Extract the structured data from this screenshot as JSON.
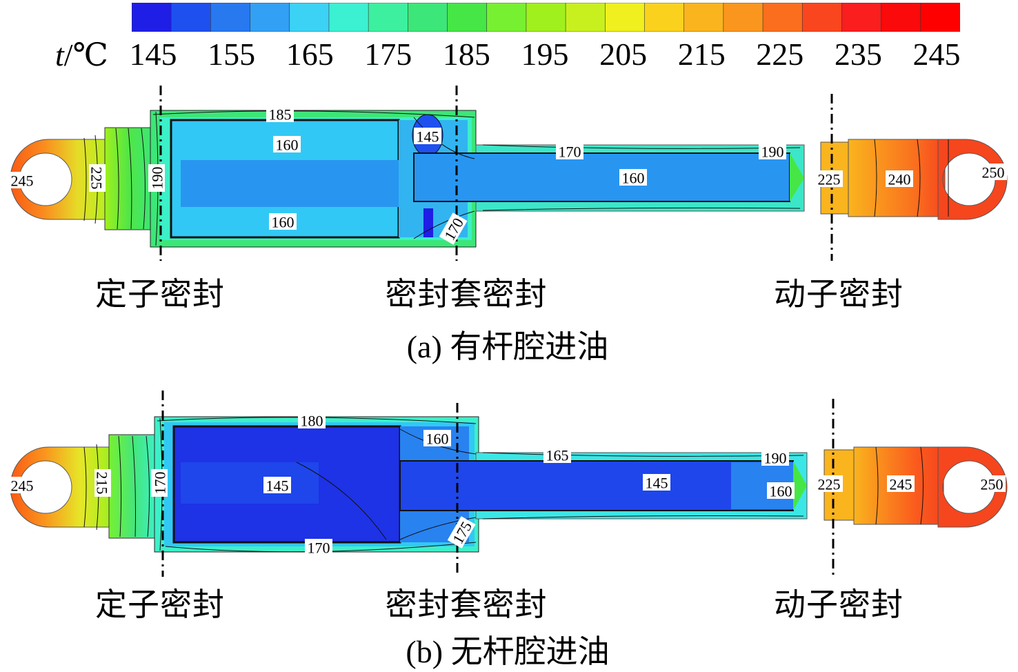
{
  "colorbar": {
    "unit_var": "t",
    "unit_rest": "/℃",
    "ticks": [
      "145",
      "155",
      "165",
      "175",
      "185",
      "195",
      "205",
      "215",
      "225",
      "235",
      "245"
    ],
    "colors": [
      "#1e1ee6",
      "#1e50f0",
      "#2878f0",
      "#32a0f5",
      "#3cd2f5",
      "#3cf0d2",
      "#3cf0a0",
      "#3ce678",
      "#46e646",
      "#78f032",
      "#a0f01e",
      "#c8f01e",
      "#f0f01e",
      "#fad21e",
      "#fab41e",
      "#fa961e",
      "#fa6e1e",
      "#fa461e",
      "#fa1e1e",
      "#fa0a0a",
      "#ff0000"
    ]
  },
  "panels": [
    {
      "id": "a",
      "caption_prefix": "(a)",
      "caption_text": "有杆腔进油",
      "seals": [
        "定子密封",
        "密封套密封",
        "动子密封"
      ],
      "contour_labels": [
        {
          "text": "245",
          "kind": "left-eye"
        },
        {
          "text": "225",
          "kind": "rotated-left"
        },
        {
          "text": "190",
          "kind": "rotated-seal"
        },
        {
          "text": "185",
          "kind": "top"
        },
        {
          "text": "160",
          "kind": "upper"
        },
        {
          "text": "145",
          "kind": "spot"
        },
        {
          "text": "160",
          "kind": "lower"
        },
        {
          "text": "170",
          "kind": "rotated-mid"
        },
        {
          "text": "170",
          "kind": "rod-top"
        },
        {
          "text": "160",
          "kind": "rod"
        },
        {
          "text": "190",
          "kind": "rod-end"
        },
        {
          "text": "225",
          "kind": "right-neck"
        },
        {
          "text": "240",
          "kind": "right-block"
        },
        {
          "text": "250",
          "kind": "right-eye"
        }
      ]
    },
    {
      "id": "b",
      "caption_prefix": "(b)",
      "caption_text": "无杆腔进油",
      "seals": [
        "定子密封",
        "密封套密封",
        "动子密封"
      ],
      "contour_labels": [
        {
          "text": "245",
          "kind": "left-eye"
        },
        {
          "text": "215",
          "kind": "rotated-left"
        },
        {
          "text": "170",
          "kind": "rotated-seal"
        },
        {
          "text": "180",
          "kind": "top"
        },
        {
          "text": "160",
          "kind": "upper-right"
        },
        {
          "text": "145",
          "kind": "center"
        },
        {
          "text": "170",
          "kind": "bottom"
        },
        {
          "text": "175",
          "kind": "rotated-mid"
        },
        {
          "text": "165",
          "kind": "rod-top"
        },
        {
          "text": "145",
          "kind": "rod"
        },
        {
          "text": "160",
          "kind": "rod-end-low"
        },
        {
          "text": "190",
          "kind": "rod-end"
        },
        {
          "text": "225",
          "kind": "right-neck"
        },
        {
          "text": "245",
          "kind": "right-block"
        },
        {
          "text": "250",
          "kind": "right-eye"
        }
      ]
    }
  ]
}
